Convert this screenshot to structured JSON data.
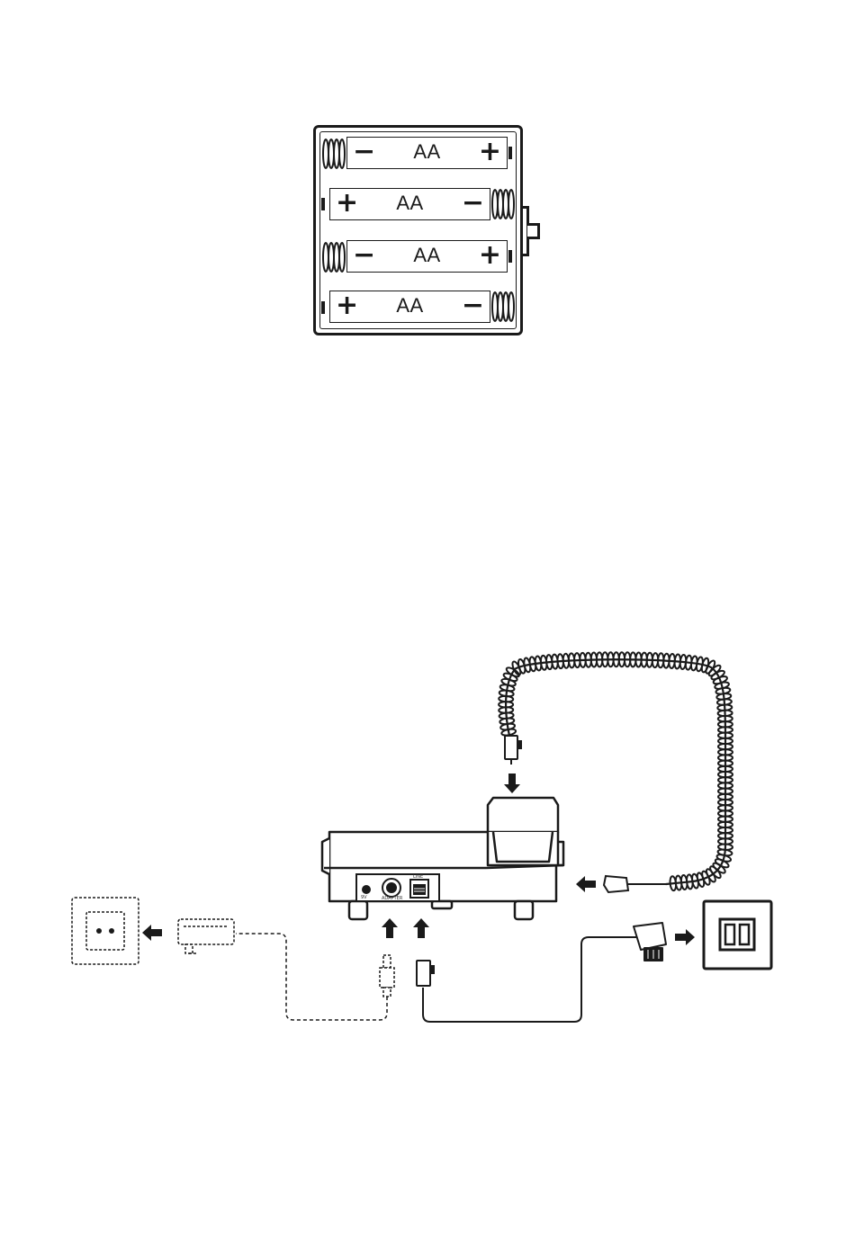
{
  "battery_compartment": {
    "cells": [
      {
        "label": "AA",
        "left_polarity": "−",
        "right_polarity": "+"
      },
      {
        "label": "AA",
        "left_polarity": "+",
        "right_polarity": "−"
      },
      {
        "label": "AA",
        "left_polarity": "−",
        "right_polarity": "+"
      },
      {
        "label": "AA",
        "left_polarity": "+",
        "right_polarity": "−"
      }
    ]
  },
  "phone_diagram": {
    "port_labels": {
      "dc_in": "9V",
      "adapter": "ADAPTER",
      "line": "LINE"
    }
  },
  "colors": {
    "ink": "#1a1a1a",
    "background": "#ffffff"
  }
}
